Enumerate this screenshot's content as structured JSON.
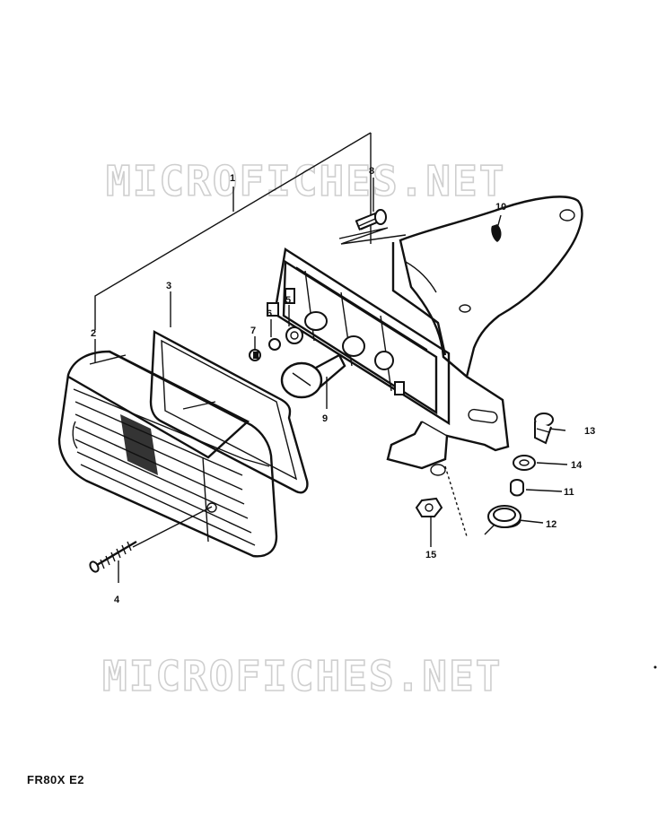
{
  "watermark_text": "MICROFICHES.NET",
  "model_label": "FR80X E2",
  "callouts": [
    "1",
    "2",
    "3",
    "4",
    "5",
    "6",
    "7",
    "8",
    "9",
    "10",
    "11",
    "12",
    "13",
    "14",
    "15"
  ]
}
